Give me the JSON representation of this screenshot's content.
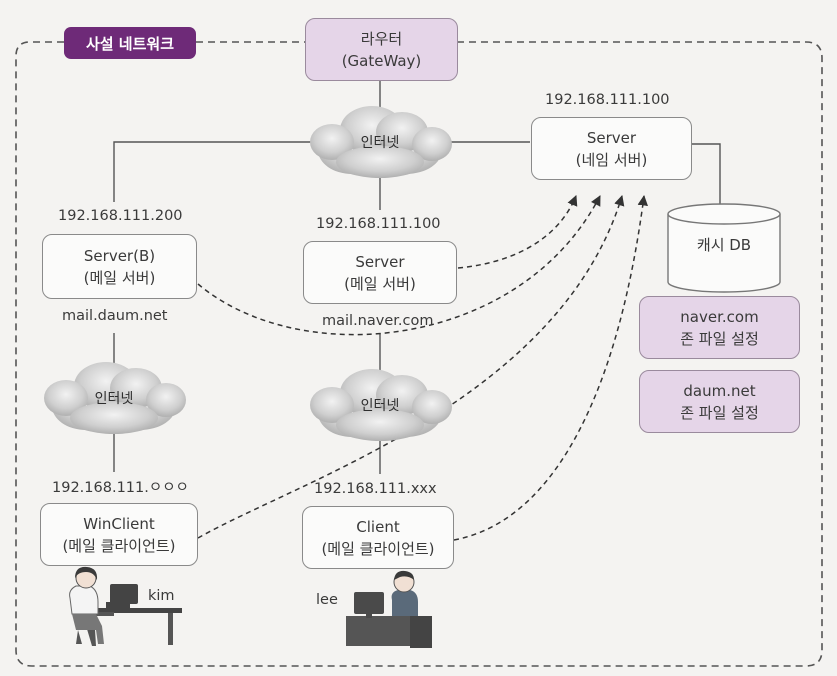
{
  "private_network_label": "사설 네트워크",
  "router": {
    "line1": "라우터",
    "line2": "(GateWay)"
  },
  "internet_label": "인터넷",
  "dns_server": {
    "ip": "192.168.111.100",
    "line1": "Server",
    "line2": "(네임 서버)"
  },
  "mail_server_b": {
    "ip": "192.168.111.200",
    "line1": "Server(B)",
    "line2": "(메일 서버)",
    "domain": "mail.daum.net"
  },
  "mail_server": {
    "ip": "192.168.111.100",
    "line1": "Server",
    "line2": "(메일 서버)",
    "domain": "mail.naver.com"
  },
  "cache_db": "캐시 DB",
  "zone_naver": {
    "line1": "naver.com",
    "line2": "존 파일 설정"
  },
  "zone_daum": {
    "line1": "daum.net",
    "line2": "존 파일 설정"
  },
  "win_client": {
    "ip": "192.168.111.ㅇㅇㅇ",
    "line1": "WinClient",
    "line2": "(메일 클라이언트)",
    "user": "kim"
  },
  "client": {
    "ip": "192.168.111.xxx",
    "line1": "Client",
    "line2": "(메일 클라이언트)",
    "user": "lee"
  }
}
